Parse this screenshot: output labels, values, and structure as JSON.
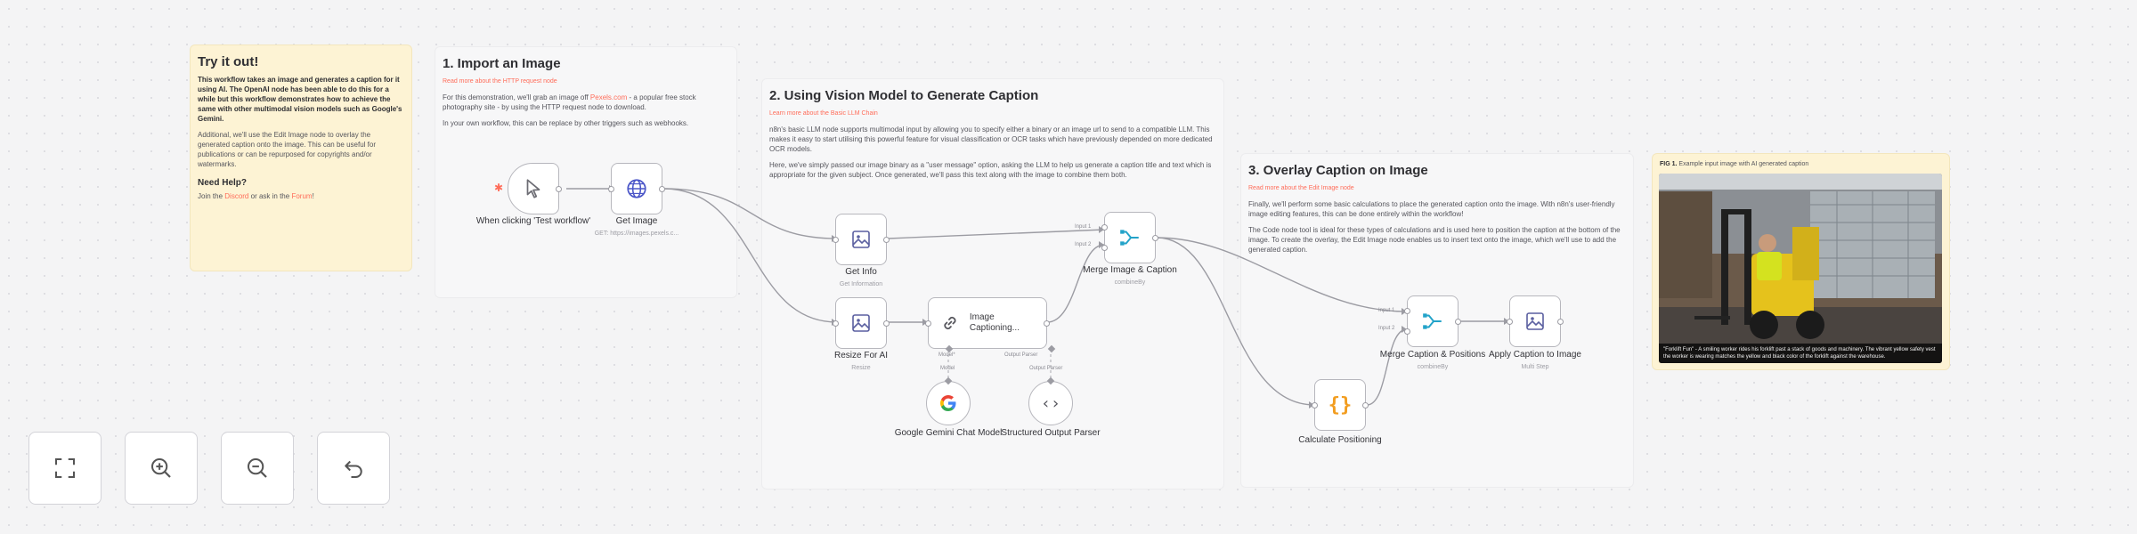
{
  "notes": {
    "try": {
      "title": "Try it out!",
      "p1": "This workflow takes an image and generates a caption for it using AI. The OpenAI node has been able to do this for a while but this workflow demonstrates how to achieve the same with other multimodal vision models such as Google's Gemini.",
      "p2": "Additional, we'll use the Edit Image node to overlay the generated caption onto the image. This can be useful for publications or can be repurposed for copyrights and/or watermarks.",
      "help_title": "Need Help?",
      "help_prefix": "Join the",
      "help_discord": "Discord",
      "help_mid": "or ask in the",
      "help_forum": "Forum",
      "help_suffix": "!"
    },
    "step1": {
      "title": "1. Import an Image",
      "link": "Read more about the HTTP request node",
      "p1_prefix": "For this demonstration, we'll grab an image off",
      "p1_link": "Pexels.com",
      "p1_suffix": "- a popular free stock photography site - by using the HTTP request node to download.",
      "p2": "In your own workflow, this can be replace by other triggers such as webhooks."
    },
    "step2": {
      "title": "2. Using Vision Model to Generate Caption",
      "link": "Learn more about the Basic LLM Chain",
      "p1": "n8n's basic LLM node supports multimodal input by allowing you to specify either a binary or an image url to send to a compatible LLM. This makes it easy to start utilising this powerful feature for visual classification or OCR tasks which have previously depended on more dedicated OCR models.",
      "p2": "Here, we've simply passed our image binary as a \"user message\" option, asking the LLM to help us generate a caption title and text which is appropriate for the given subject. Once generated, we'll pass this text along with the image to combine them both."
    },
    "step3": {
      "title": "3. Overlay Caption on Image",
      "link": "Read more about the Edit Image node",
      "p1": "Finally, we'll perform some basic calculations to place the generated caption onto the image. With n8n's user-friendly image editing features, this can be done entirely within the workflow!",
      "p2": "The Code node tool is ideal for these types of calculations and is used here to position the caption at the bottom of the image. To create the overlay, the Edit Image node enables us to insert text onto the image, which we'll use to add the generated caption."
    },
    "fig": {
      "prefix": "FIG 1.",
      "text": "Example input image with AI generated caption",
      "overlay": "\"Forklift Fun\" - A smiling worker rides his forklift past a stack of goods and machinery. The vibrant yellow safety vest the worker is wearing matches the yellow and black color of the forklift against the warehouse."
    }
  },
  "nodes": {
    "trigger": {
      "label": "When clicking 'Test workflow'"
    },
    "get_image": {
      "label": "Get Image",
      "sub": "GET: https://images.pexels.c..."
    },
    "get_info": {
      "label": "Get Info",
      "sub": "Get Information"
    },
    "resize": {
      "label": "Resize For AI",
      "sub": "Resize"
    },
    "captioning": {
      "label": "Image Captioning...",
      "port_model": "Model*",
      "port_parser": "Output Parser"
    },
    "gemini": {
      "label": "Google Gemini Chat Model",
      "port": "Model"
    },
    "parser": {
      "label": "Structured Output Parser",
      "port": "Output Parser"
    },
    "merge1": {
      "label": "Merge Image & Caption",
      "sub": "combineBy",
      "in1": "Input 1",
      "in2": "Input 2"
    },
    "merge2": {
      "label": "Merge Caption & Positions",
      "sub": "combineBy",
      "in1": "Input 1",
      "in2": "Input 2"
    },
    "calc": {
      "label": "Calculate Positioning"
    },
    "apply": {
      "label": "Apply Caption to Image",
      "sub": "Multi Step"
    }
  },
  "controls": {
    "fit": "fit-view",
    "zoom_in": "zoom-in",
    "zoom_out": "zoom-out",
    "reset": "reset-zoom"
  },
  "colors": {
    "accent": "#ff6d5a",
    "sticky_yellow": "#fdf3d4",
    "node_border": "#b7b7bd"
  }
}
